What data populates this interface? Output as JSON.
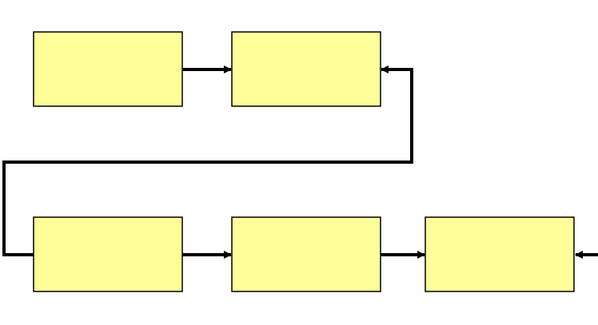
{
  "colors": {
    "box_fill": "#ffff99",
    "box_stroke": "#000000",
    "connector": "#000000",
    "background": "#ffffff"
  },
  "boxes": [
    {
      "id": "top-left",
      "label": ""
    },
    {
      "id": "top-middle",
      "label": ""
    },
    {
      "id": "bottom-left",
      "label": ""
    },
    {
      "id": "bottom-middle",
      "label": ""
    },
    {
      "id": "bottom-right",
      "label": ""
    }
  ],
  "connectors": [
    {
      "from": "top-left",
      "to": "top-middle"
    },
    {
      "from": "bottom-left",
      "to": "top-middle"
    },
    {
      "from": "bottom-left",
      "to": "bottom-middle"
    },
    {
      "from": "bottom-middle",
      "to": "bottom-right"
    },
    {
      "from": "offscreen-right",
      "to": "bottom-right"
    }
  ]
}
